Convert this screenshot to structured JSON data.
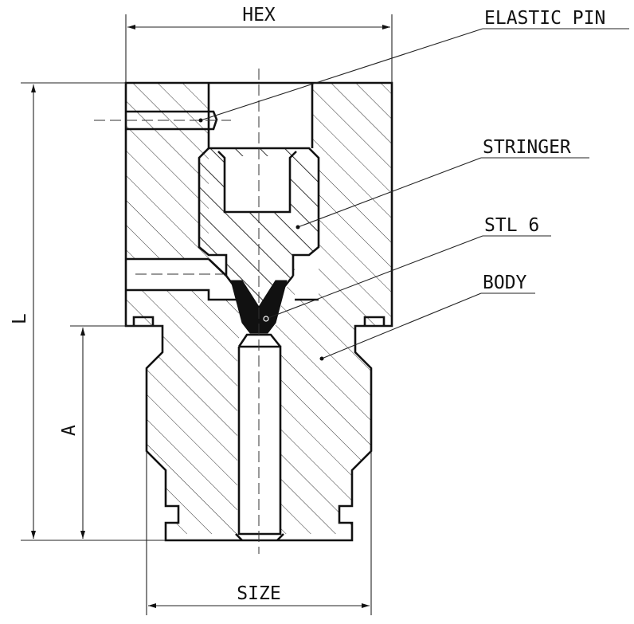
{
  "labels": {
    "elastic_pin": "ELASTIC PIN",
    "stringer": "STRINGER",
    "stl6": "STL 6",
    "body": "BODY"
  },
  "dimensions": {
    "hex": "HEX",
    "size": "SIZE",
    "length": "L",
    "a": "A"
  },
  "colors": {
    "line": "#111111",
    "tip": "#111111",
    "background": "#ffffff"
  }
}
